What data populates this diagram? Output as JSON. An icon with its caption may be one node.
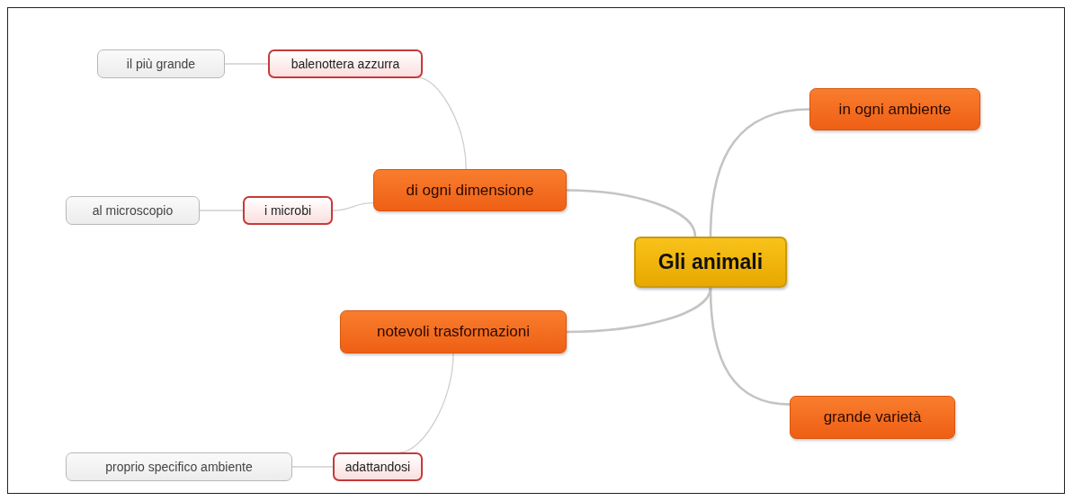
{
  "diagram": {
    "nodes": [
      {
        "text": [
          "Gli animali"
        ]
      },
      {
        "text": [
          "in ogni ambiente"
        ]
      },
      {
        "text": [
          "di ogni dimensione"
        ]
      },
      {
        "text": [
          "balenottera azzurra"
        ]
      },
      {
        "text": [
          "il più grande"
        ]
      },
      {
        "text": [
          "i microbi"
        ]
      },
      {
        "text": [
          "al microscopio"
        ]
      },
      {
        "text": [
          "notevoli trasformazioni"
        ]
      },
      {
        "text": [
          "adattandosi"
        ]
      },
      {
        "text": [
          "proprio specifico ambiente"
        ]
      },
      {
        "text": [
          "grande varietà"
        ]
      }
    ],
    "edges": [
      {
        "from": 0,
        "to": 1,
        "arrow": "none"
      },
      {
        "from": 0,
        "to": 2,
        "arrow": "none"
      },
      {
        "from": 2,
        "to": 3,
        "arrow": "none"
      },
      {
        "from": 3,
        "to": 4,
        "arrow": "none"
      },
      {
        "from": 2,
        "to": 5,
        "arrow": "none"
      },
      {
        "from": 5,
        "to": 6,
        "arrow": "none"
      },
      {
        "from": 0,
        "to": 7,
        "arrow": "none"
      },
      {
        "from": 7,
        "to": 8,
        "arrow": "none"
      },
      {
        "from": 8,
        "to": 9,
        "arrow": "none"
      },
      {
        "from": 0,
        "to": 10,
        "arrow": "none"
      }
    ]
  }
}
